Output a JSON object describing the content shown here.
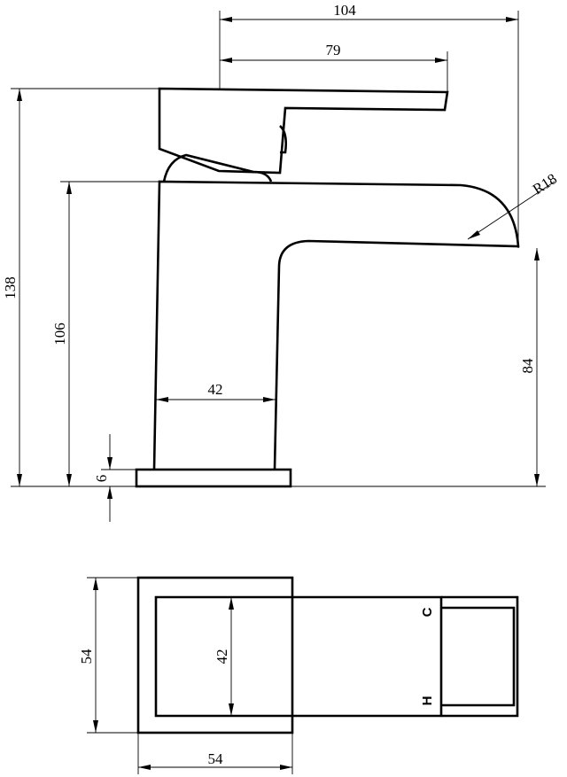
{
  "side_view": {
    "dimensions": {
      "overall_length": "104",
      "lever_length": "79",
      "radius": "R18",
      "overall_height": "138",
      "spout_height": "106",
      "outlet_height": "84",
      "body_width": "42",
      "base_thickness": "6"
    }
  },
  "top_view": {
    "dimensions": {
      "base_depth": "54",
      "inner_depth": "42",
      "base_width": "54"
    },
    "markings": {
      "cold": "C",
      "hot": "H"
    }
  }
}
